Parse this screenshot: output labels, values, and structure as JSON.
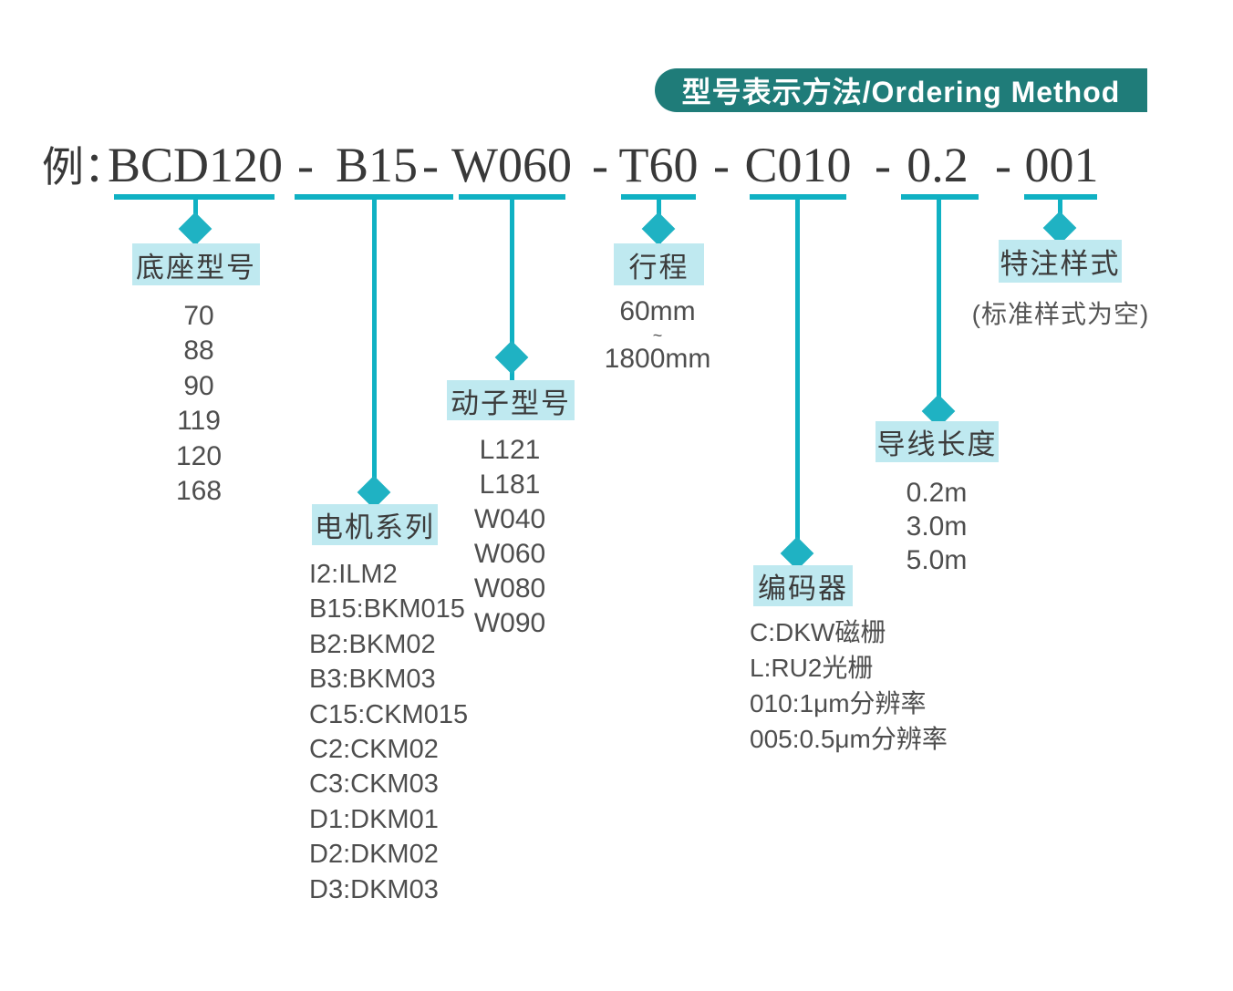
{
  "banner": {
    "title": "型号表示方法/Ordering Method"
  },
  "example": {
    "prefix": "例：",
    "separator": "-",
    "segments": [
      {
        "code": "BCD120",
        "label": "底座型号",
        "values": [
          "70",
          "88",
          "90",
          "119",
          "120",
          "168"
        ]
      },
      {
        "code": "B15",
        "label": "电机系列",
        "values": [
          "I2:ILM2",
          "B15:BKM015",
          "B2:BKM02",
          "B3:BKM03",
          "C15:CKM015",
          "C2:CKM02",
          "C3:CKM03",
          "D1:DKM01",
          "D2:DKM02",
          "D3:DKM03"
        ]
      },
      {
        "code": "W060",
        "label": "动子型号",
        "values": [
          "L121",
          "L181",
          "W040",
          "W060",
          "W080",
          "W090"
        ]
      },
      {
        "code": "T60",
        "label": "行程",
        "values": [
          "60mm",
          "~",
          "1800mm"
        ]
      },
      {
        "code": "C010",
        "label": "编码器",
        "values": [
          "C:DKW磁栅",
          "L:RU2光栅",
          "010:1μm分辨率",
          "005:0.5μm分辨率"
        ]
      },
      {
        "code": "0.2",
        "label": "导线长度",
        "values": [
          "0.2m",
          "3.0m",
          "5.0m"
        ]
      },
      {
        "code": "001",
        "label": "特注样式",
        "note": "(标准样式为空)"
      }
    ]
  },
  "colors": {
    "accent_line": "#10b1c3",
    "diamond": "#1fb2c3",
    "banner_bg": "#1f7c79",
    "label_bg": "#bfe9f0",
    "text_dark": "#383838",
    "text_body": "#4e4e4e"
  }
}
